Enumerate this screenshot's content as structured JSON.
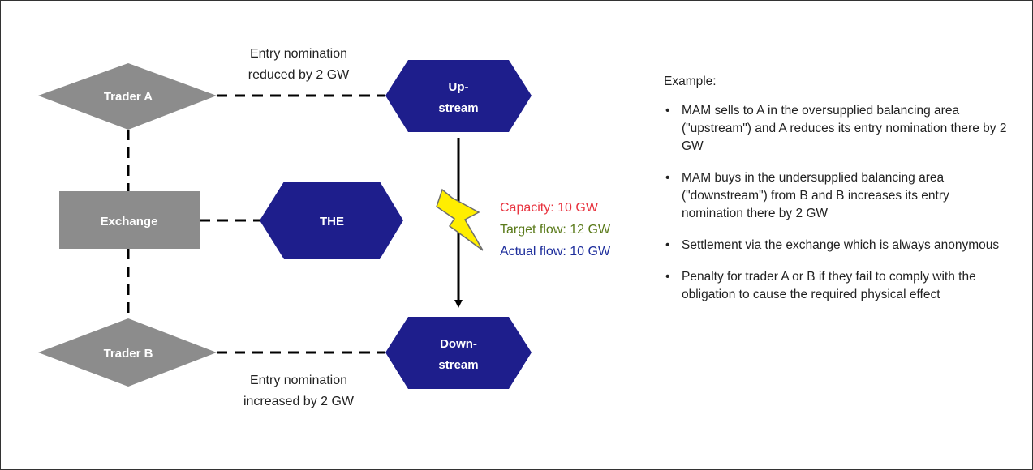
{
  "nodes": {
    "trader_a": "Trader A",
    "trader_b": "Trader B",
    "exchange": "Exchange",
    "the": "THE",
    "upstream": [
      "Up-",
      "stream"
    ],
    "downstream": [
      "Down-",
      "stream"
    ]
  },
  "edge_labels": {
    "entry_reduced": [
      "Entry nomination",
      "reduced by 2 GW"
    ],
    "entry_increased": [
      "Entry nomination",
      "increased by 2 GW"
    ]
  },
  "flow": {
    "capacity": "Capacity: 10 GW",
    "target": "Target flow: 12 GW",
    "actual": "Actual flow: 10 GW"
  },
  "colors": {
    "trader_fill": "#8c8c8c",
    "exchange_fill": "#8c8c8c",
    "hexagon_fill": "#1e1e8c",
    "bolt_fill": "#ffee00",
    "bolt_stroke": "#6e6e6e",
    "capacity": "#e8333f",
    "target": "#5a7a1a",
    "actual": "#1e2e9c"
  },
  "panel": {
    "title": "Example:",
    "bullets": [
      "MAM sells to A in the oversupplied balancing area (\"upstream\") and A reduces its entry nomination there by 2 GW",
      "MAM buys in the undersupplied balancing area (\"downstream\") from B and B increases its entry nomination there by 2 GW",
      "Settlement via the exchange which is always anonymous",
      "Penalty for trader A or B if they fail to comply with the obligation to cause the required physical effect"
    ],
    "bullet_glyph": "•"
  },
  "icons": {
    "bolt": "lightning-bolt-icon",
    "arrow": "arrow-down-icon"
  }
}
